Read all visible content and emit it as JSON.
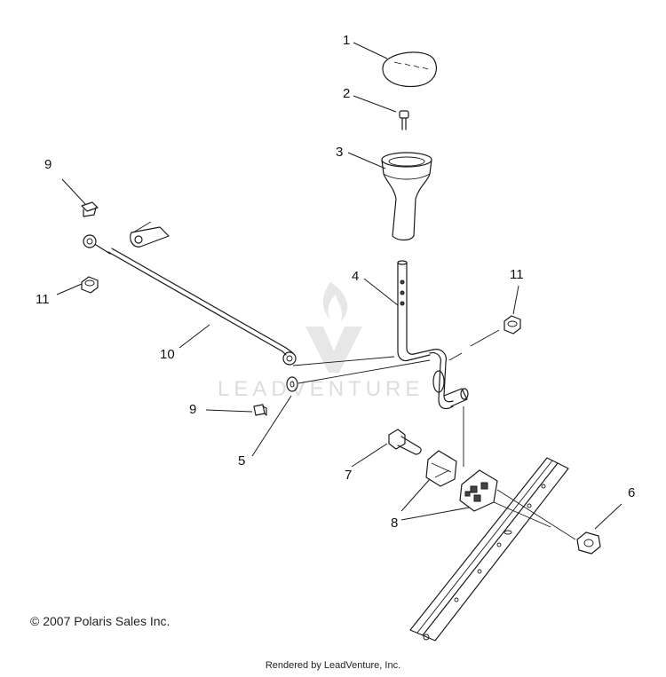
{
  "callouts": [
    {
      "id": "1",
      "label": "1"
    },
    {
      "id": "2",
      "label": "2"
    },
    {
      "id": "3",
      "label": "3"
    },
    {
      "id": "4",
      "label": "4"
    },
    {
      "id": "5",
      "label": "5"
    },
    {
      "id": "6",
      "label": "6"
    },
    {
      "id": "7",
      "label": "7"
    },
    {
      "id": "8",
      "label": "8"
    },
    {
      "id": "9a",
      "label": "9"
    },
    {
      "id": "9b",
      "label": "9"
    },
    {
      "id": "10",
      "label": "10"
    },
    {
      "id": "11a",
      "label": "11"
    },
    {
      "id": "11b",
      "label": "11"
    }
  ],
  "watermark": {
    "text": "LEADVENTURE"
  },
  "footer": {
    "copyright": "© 2007 Polaris Sales Inc.",
    "rendered_by": "Rendered by LeadVenture, Inc."
  }
}
